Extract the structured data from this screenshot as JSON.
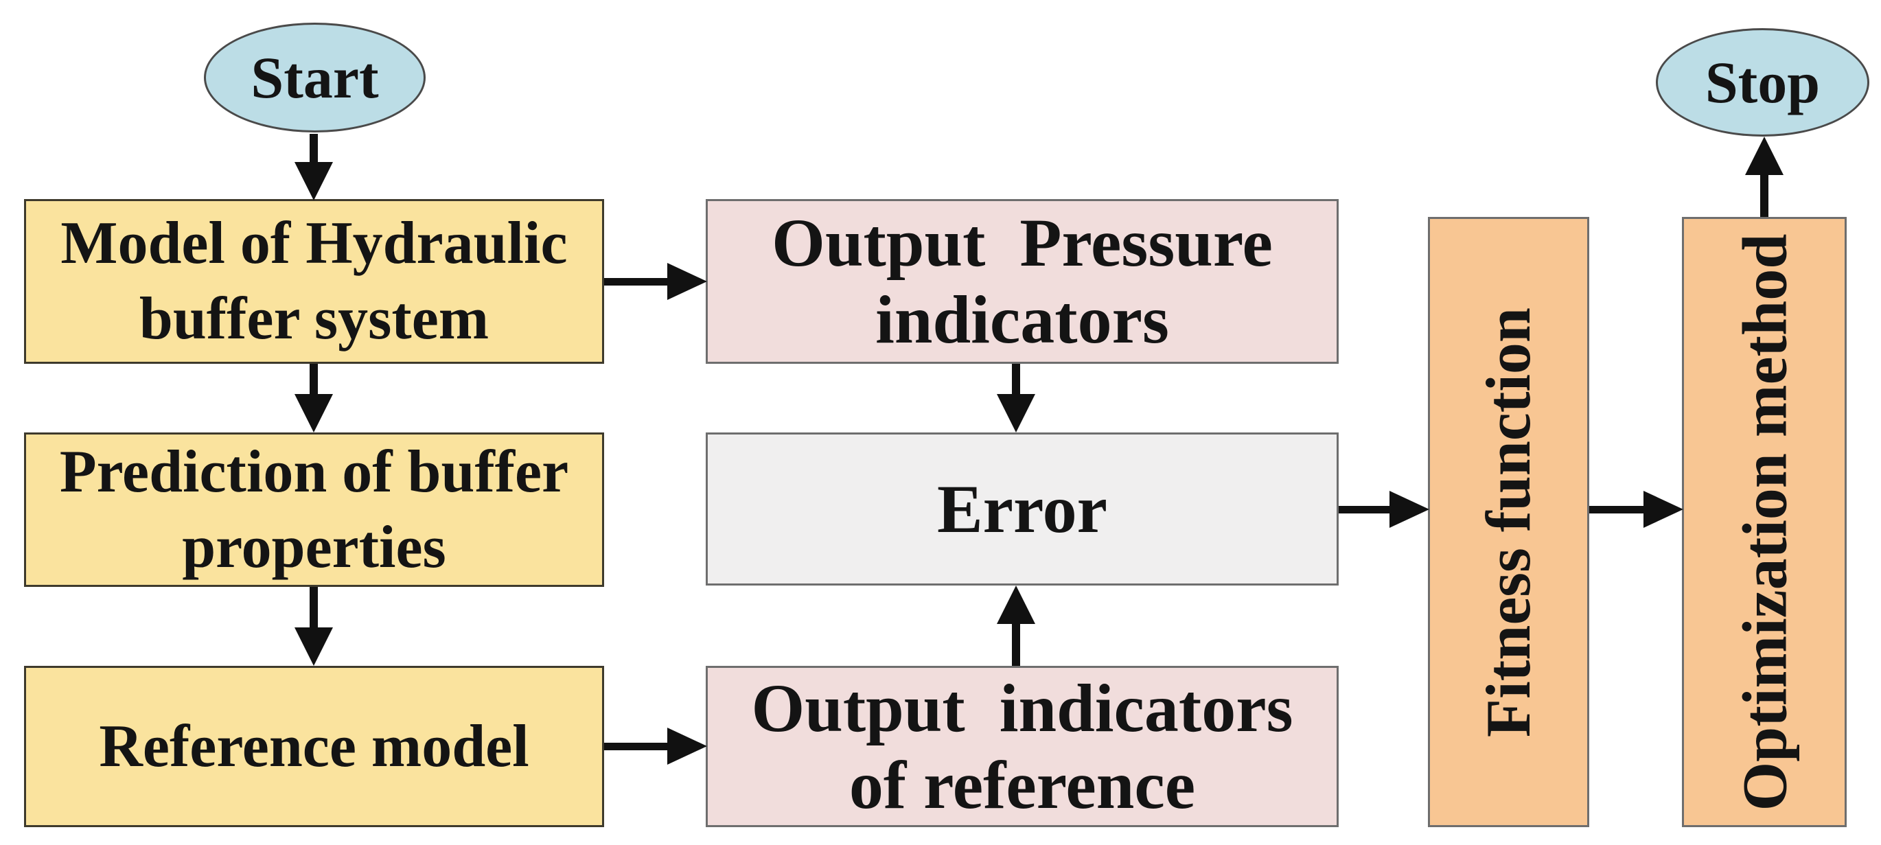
{
  "colors": {
    "process_yellow": "#fae39e",
    "io_pink": "#f1dddc",
    "error_gray": "#f0efef",
    "function_orange": "#f8c693",
    "terminal_blue": "#bcdde6",
    "arrow_black": "#111111",
    "text_black": "#141414"
  },
  "nodes": {
    "start": {
      "label": "Start"
    },
    "model": {
      "lines": [
        "Model of Hydraulic",
        "buffer system"
      ]
    },
    "prediction": {
      "lines": [
        "Prediction of buffer",
        "properties"
      ]
    },
    "reference": {
      "label": "Reference model"
    },
    "output_pressure": {
      "lines": [
        "Output  Pressure",
        "indicators"
      ]
    },
    "error": {
      "label": "Error"
    },
    "output_reference": {
      "lines": [
        "Output  indicators",
        "of reference"
      ]
    },
    "fitness": {
      "label": "Fitness function"
    },
    "optimization": {
      "label": "Optimization method"
    },
    "stop": {
      "label": "Stop"
    }
  },
  "edges": [
    {
      "from": "start",
      "to": "model",
      "direction": "down"
    },
    {
      "from": "model",
      "to": "prediction",
      "direction": "down"
    },
    {
      "from": "prediction",
      "to": "reference",
      "direction": "down"
    },
    {
      "from": "model",
      "to": "output_pressure",
      "direction": "right"
    },
    {
      "from": "reference",
      "to": "output_reference",
      "direction": "right"
    },
    {
      "from": "output_pressure",
      "to": "error",
      "direction": "down"
    },
    {
      "from": "output_reference",
      "to": "error",
      "direction": "up"
    },
    {
      "from": "error",
      "to": "fitness",
      "direction": "right"
    },
    {
      "from": "fitness",
      "to": "optimization",
      "direction": "right"
    },
    {
      "from": "optimization",
      "to": "stop",
      "direction": "up"
    }
  ]
}
